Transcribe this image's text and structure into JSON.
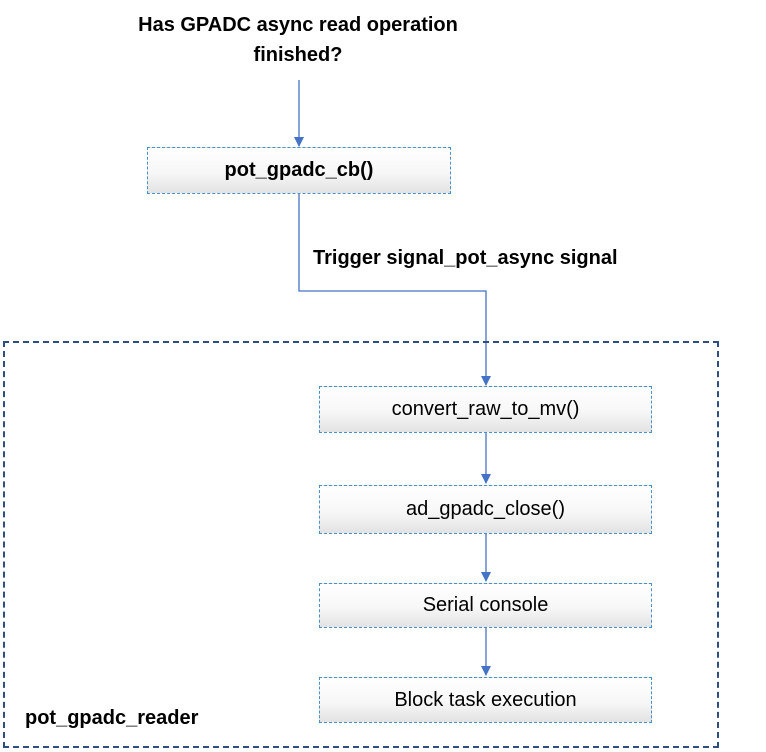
{
  "title": "Has GPADC async read operation\nfinished?",
  "callback_box": "pot_gpadc_cb()",
  "trigger_label": "Trigger signal_pot_async signal",
  "reader_region_label": "pot_gpadc_reader",
  "steps": [
    "convert_raw_to_mv()",
    "ad_gpadc_close()",
    "Serial console",
    "Block task execution"
  ],
  "colors": {
    "box_border": "#4a90c8",
    "arrow": "#4472c4",
    "region_border": "#2f4e7d"
  }
}
